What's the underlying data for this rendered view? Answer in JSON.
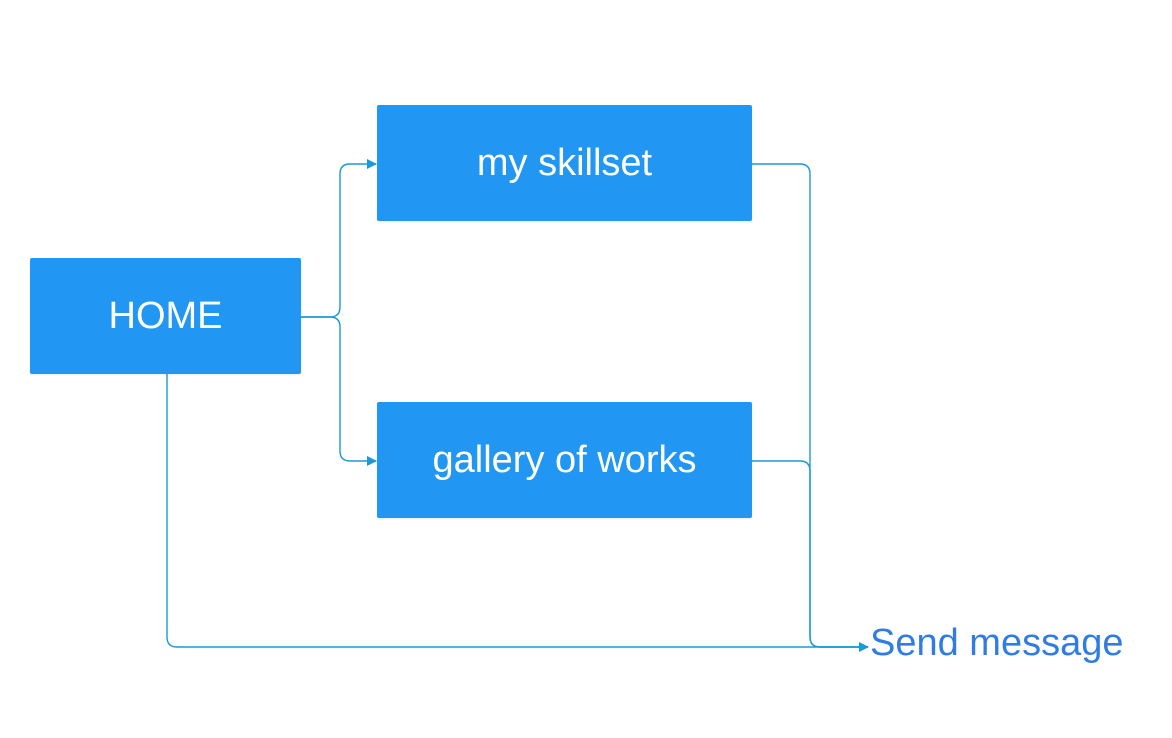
{
  "nodes": {
    "home": {
      "label": "HOME"
    },
    "skillset": {
      "label": "my skillset"
    },
    "gallery": {
      "label": "gallery of works"
    }
  },
  "send_message": {
    "label": "Send message"
  },
  "colors": {
    "node_fill": "#2196f3",
    "node_text": "#ffffff",
    "connector": "#1a9ad6",
    "link_text": "#2f7de4"
  }
}
